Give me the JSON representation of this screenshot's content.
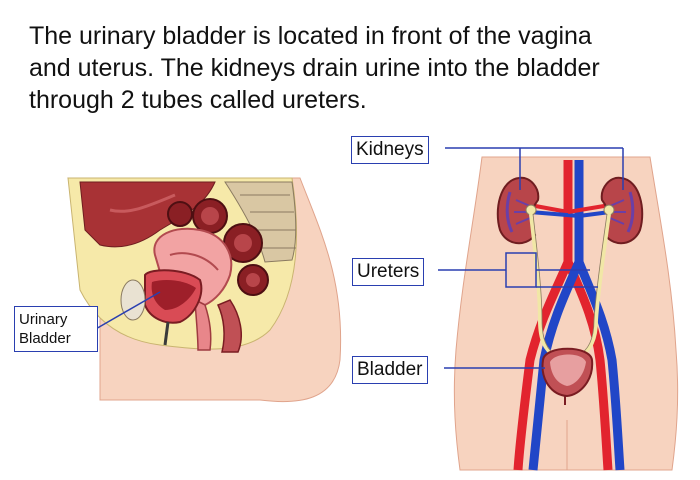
{
  "caption": {
    "line1": "The urinary bladder is located in front of the vagina",
    "line2": "and uterus. The kidneys drain urine into the bladder",
    "line3": "through 2 tubes called ureters."
  },
  "left_figure": {
    "label_line1": "Urinary",
    "label_line2": "Bladder"
  },
  "right_figure": {
    "kidneys_label": "Kidneys",
    "ureters_label": "Ureters",
    "bladder_label": "Bladder"
  },
  "colors": {
    "label_border": "#2a3fb0",
    "skin": "#f7d3bf",
    "artery": "#e2242e",
    "vein": "#2146c7",
    "kidney": "#b8454a",
    "ureter": "#f1e7a6"
  }
}
